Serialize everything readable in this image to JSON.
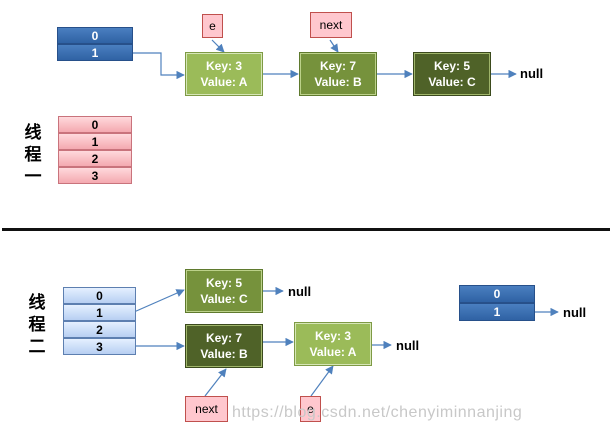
{
  "colors": {
    "arrow": "#4f81bd",
    "table_blue": "#3a6db1",
    "table_pink": "#f9c0c6",
    "table_light_blue": "#c6dbf7",
    "node_light": "#9bbb59",
    "node_mid": "#76923c",
    "node_dark": "#4f6228",
    "tag_fill": "#ffc7ce"
  },
  "thread_one": {
    "label": "线\n程\n一",
    "old_table": [
      "0",
      "1"
    ],
    "new_table": [
      "0",
      "1",
      "2",
      "3"
    ],
    "nodes": [
      {
        "key": "Key: 3",
        "value": "Value: A"
      },
      {
        "key": "Key: 7",
        "value": "Value: B"
      },
      {
        "key": "Key: 5",
        "value": "Value: C"
      }
    ],
    "tag_e": "e",
    "tag_next": "next",
    "null_label": "null"
  },
  "thread_two": {
    "label": "线\n程\n二",
    "new_table": [
      "0",
      "1",
      "2",
      "3"
    ],
    "old_table": [
      "0",
      "1"
    ],
    "node_slot1": {
      "key": "Key: 5",
      "value": "Value: C"
    },
    "node_slot3_first": {
      "key": "Key: 7",
      "value": "Value: B"
    },
    "node_slot3_second": {
      "key": "Key: 3",
      "value": "Value: A"
    },
    "tag_next": "next",
    "tag_e": "e",
    "null_slot1": "null",
    "null_slot3": "null",
    "null_old": "null"
  },
  "watermark": "https://blog.csdn.net/chenyiminnanjing"
}
